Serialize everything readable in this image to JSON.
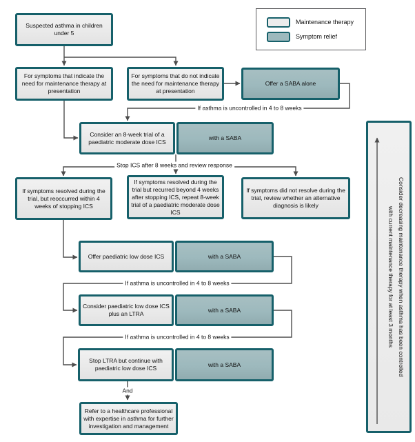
{
  "legend": {
    "maintenance_label": "Maintenance therapy",
    "relief_label": "Symptom relief"
  },
  "nodes": {
    "suspected": "Suspected asthma in children under 5",
    "indicate": "For symptoms that indicate the need for maintenance therapy at presentation",
    "not_indicate": "For symptoms that do not indicate the need for maintenance therapy at presentation",
    "saba_alone": "Offer a SABA alone",
    "trial_moderate_ics": "Consider an 8-week trial of a paediatric moderate dose ICS",
    "with_saba": "with a SABA",
    "resolved_reoccurred": "If symptoms resolved during the trial, but reoccurred within 4 weeks of stopping ICS",
    "resolved_recurred_beyond": "If symptoms resolved during the trial but recurred beyond 4 weeks after stopping ICS, repeat 8-week trial of a paediatric moderate dose ICS",
    "did_not_resolve": "If symptoms did not resolve during the trial, review whether an alternative diagnosis is likely",
    "low_dose_ics": "Offer paediatric low dose ICS",
    "low_dose_ics_ltra": "Consider paediatric low dose ICS plus an LTRA",
    "stop_ltra": "Stop LTRA but continue with paediatric low dose ICS",
    "refer": "Refer to a healthcare professional with expertise in asthma for further investigation and management"
  },
  "edge_labels": {
    "uncontrolled": "If asthma is uncontrolled in 4 to 8 weeks",
    "stop_ics": "Stop ICS after 8 weeks and review response",
    "and": "And"
  },
  "vertical_note": {
    "lines": [
      "Consider decreasing maintenance therapy when asthma has been controlled",
      "with current maintenance therapy for at least 3 months"
    ]
  },
  "colors": {
    "maintenance_fill": "#ececec",
    "relief_fill": "#9db9bd",
    "node_border": "#16606a",
    "connector": "#4d4d4d"
  }
}
